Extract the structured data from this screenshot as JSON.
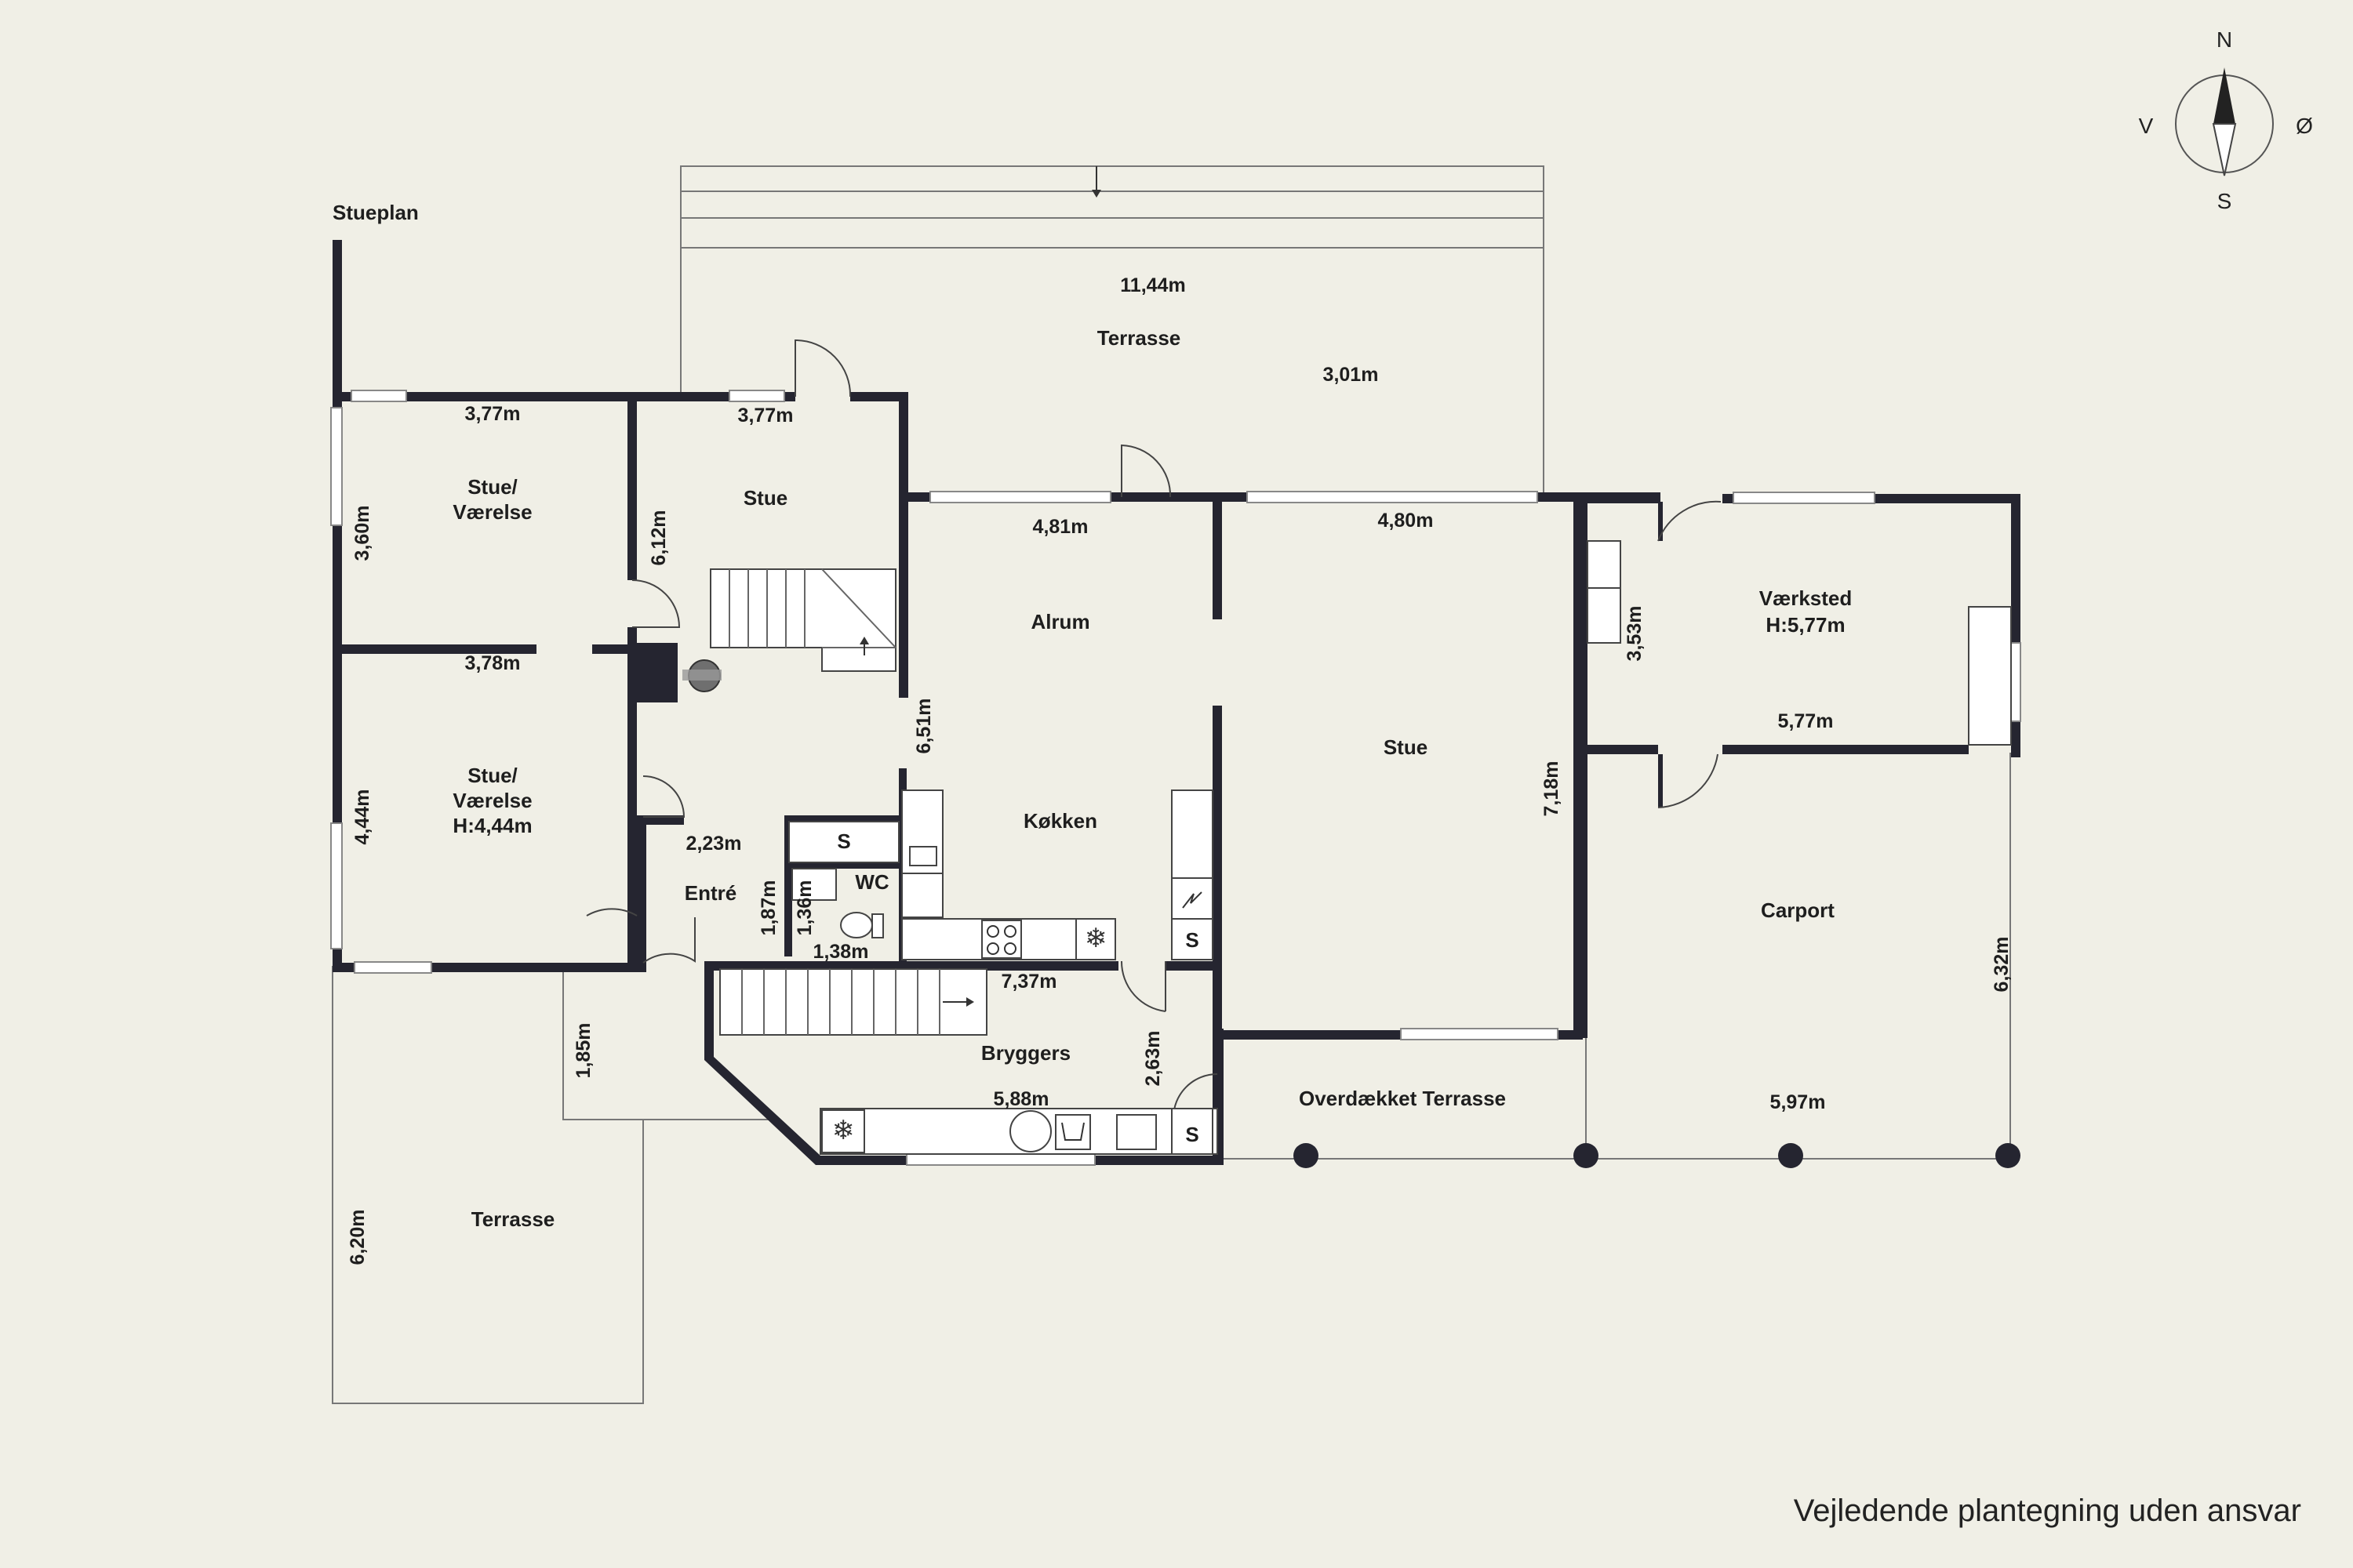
{
  "plan": {
    "floor_title": "Stueplan",
    "disclaimer": "Vejledende plantegning uden ansvar",
    "compass": {
      "north": "N",
      "south": "S",
      "west": "V",
      "east": "Ø"
    },
    "rooms": {
      "terrasse_north": "Terrasse",
      "stue_vaerelse_1_a": "Stue/",
      "stue_vaerelse_1_b": "Værelse",
      "stue_small": "Stue",
      "stue_vaerelse_2_a": "Stue/",
      "stue_vaerelse_2_b": "Værelse",
      "stue_vaerelse_2_c": "H:4,44m",
      "alrum": "Alrum",
      "stue_large": "Stue",
      "koekken": "Køkken",
      "entre": "Entré",
      "wc": "WC",
      "bryggers": "Bryggers",
      "vaerksted_a": "Værksted",
      "vaerksted_b": "H:5,77m",
      "carport": "Carport",
      "overdaekket_terrasse": "Overdækket Terrasse",
      "terrasse_south": "Terrasse"
    },
    "fixture_labels": {
      "s_entre": "S",
      "s_koekken": "S",
      "s_bryggers": "S"
    },
    "dimensions": {
      "terrasse_width": "11,44m",
      "terrasse_depth": "3,01m",
      "vaer1_width": "3,77m",
      "vaer1_depth": "3,60m",
      "stue_small_width": "3,77m",
      "stue_small_depth": "6,12m",
      "vaer2_width": "3,78m",
      "vaer2_depth": "4,44m",
      "alrum_width": "4,81m",
      "alrum_depth": "6,51m",
      "stue_large_width": "4,80m",
      "stue_large_depth": "7,18m",
      "entre_width": "2,23m",
      "entre_depth": "1,87m",
      "wc_depth": "1,36m",
      "wc_width": "1,38m",
      "koekken_width": "7,37m",
      "bryggers_width": "5,88m",
      "bryggers_depth": "2,63m",
      "vaerksted_depth": "3,53m",
      "vaerksted_width": "5,77m",
      "carport_width": "5,97m",
      "carport_depth": "6,32m",
      "terrasse_south_depth_a": "1,85m",
      "terrasse_south_depth_b": "6,20m"
    }
  }
}
